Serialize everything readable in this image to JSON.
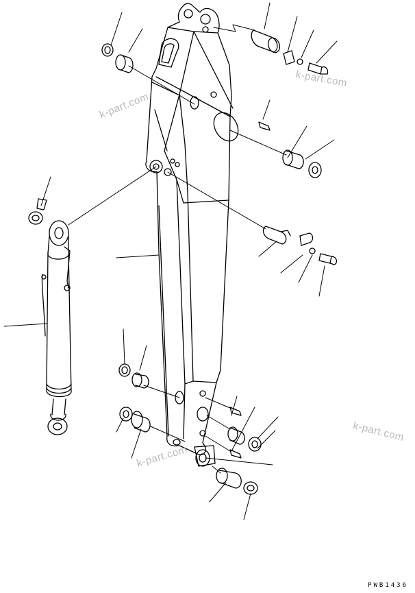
{
  "diagram": {
    "drawing_code": "PWB1436",
    "watermarks": [
      "k-part.com",
      "k-part.com",
      "k-part.com",
      "k-part.com"
    ],
    "line_color": "#000000",
    "watermark_color": "#b9b9b9"
  }
}
